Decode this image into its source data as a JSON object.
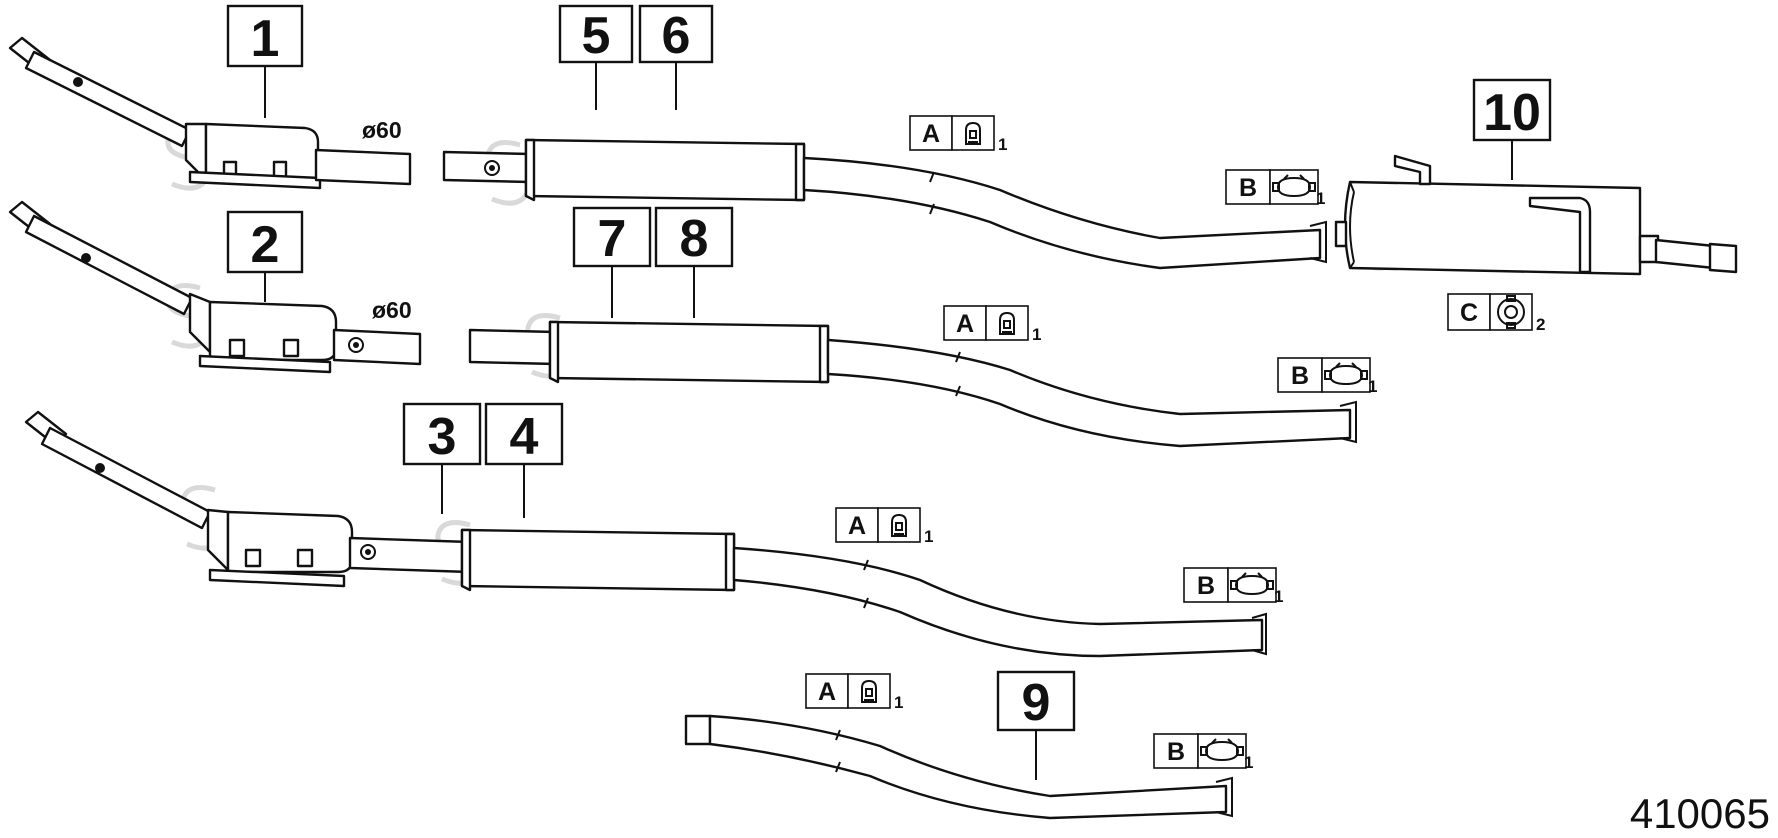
{
  "callouts": {
    "c1": "1",
    "c2": "2",
    "c3": "3",
    "c4": "4",
    "c5": "5",
    "c6": "6",
    "c7": "7",
    "c8": "8",
    "c9": "9",
    "c10": "10"
  },
  "diameters": {
    "d1": "ø60",
    "d2": "ø60"
  },
  "hardware": {
    "a1": {
      "letter": "A",
      "qty": "1",
      "icon": "rubber-hanger-icon"
    },
    "a2": {
      "letter": "A",
      "qty": "1",
      "icon": "rubber-hanger-icon"
    },
    "a3": {
      "letter": "A",
      "qty": "1",
      "icon": "rubber-hanger-icon"
    },
    "a4": {
      "letter": "A",
      "qty": "1",
      "icon": "rubber-hanger-icon"
    },
    "b1": {
      "letter": "B",
      "qty": "1",
      "icon": "pipe-clamp-icon"
    },
    "b2": {
      "letter": "B",
      "qty": "1",
      "icon": "pipe-clamp-icon"
    },
    "b3": {
      "letter": "B",
      "qty": "1",
      "icon": "pipe-clamp-icon"
    },
    "b4": {
      "letter": "B",
      "qty": "1",
      "icon": "pipe-clamp-icon"
    },
    "c1": {
      "letter": "C",
      "qty": "2",
      "icon": "round-mount-icon"
    }
  },
  "reference_number": "410065"
}
